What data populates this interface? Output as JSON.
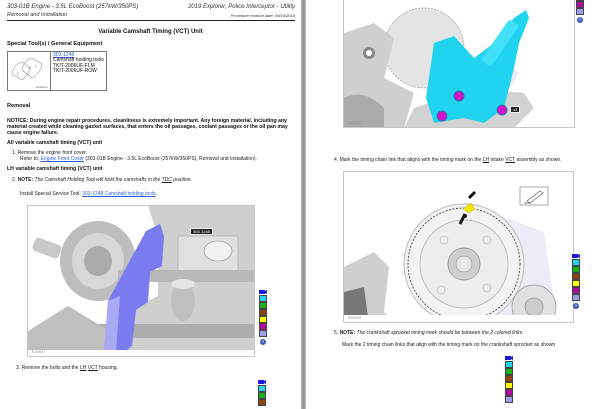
{
  "left_page": {
    "header": {
      "section": "303-01B Engine - 3.5L EcoBoost (257kW/350PS)",
      "subsection": "Removal and Installation",
      "vehicle": "2019 Explorer, Police Interceptor - Utility",
      "revision": "Procedure revision date: 09/19/2018"
    },
    "title": "Variable Camshaft Timing (VCT) Unit",
    "special_tools_heading": "Special Tool(s) / General Equipment",
    "tool": {
      "number": "303-1248",
      "name": "Camshaft holding tools",
      "kit_1": "TKIT-2006UF-FLM",
      "kit_2": "TKIT-2006UF-ROW",
      "image_code": "E216021"
    },
    "removal_heading": "Removal",
    "notice": "NOTICE: During engine repair procedures, cleanliness is extremely important. Any foreign material, including any material created while cleaning gasket surfaces, that enters the oil passages, coolant passages or the oil pan may cause engine failure.",
    "all_vct_heading": "All variable camshaft timing (VCT) unit",
    "step1": {
      "num": "1.",
      "text": "Remove the engine front cover.",
      "refer_prefix": "Refer to:",
      "refer_link": "Engine Front Cover",
      "refer_suffix": "(303-01B Engine - 3.5L EcoBoost (257kW/350PS), Removal and Installation)."
    },
    "lh_vct_heading": "LH variable camshaft timing (VCT) unit",
    "step2": {
      "num": "2.",
      "note_label": "NOTE:",
      "note_text_1": "The Camshaft Holding Tool will hold the camshafts in the",
      "note_tdc": "TDC",
      "note_text_2": "position.",
      "install_prefix": "Install Special Service Tool:",
      "install_link": "303-1248 Camshaft holding tools",
      "install_suffix": "."
    },
    "figure1": {
      "code": "E204017",
      "callout": "303-1248"
    },
    "step3": {
      "num": "3.",
      "text_1": "Remove the bolts and the",
      "lh": "LH",
      "vct": "VCT",
      "text_2": "housing."
    }
  },
  "right_page": {
    "figure_top": {
      "code": "E204020",
      "callout": "x3"
    },
    "step4": {
      "num": "4.",
      "text_1": "Mark the timing chain link that aligns with the timing mark on the",
      "lh": "LH",
      "text_2": "intake",
      "vct": "VCT",
      "text_3": "assembly as shown."
    },
    "figure2": {
      "code": "E204022"
    },
    "step5": {
      "num": "5.",
      "note_label": "NOTE:",
      "note_text": "The crankshaft sprocket timing mark should be between the 2 colored links.",
      "text": "Mark the 2 timing chain links that align with the timing mark on the crankshaft sprocket as shown"
    }
  },
  "legend": {
    "colors": [
      "#22d3f0",
      "#17b21a",
      "#8b4511",
      "#ffff00",
      "#b0099f",
      "#9d9df0"
    ],
    "camera_icon_color": "#1a1ad8",
    "help_icon_color": "#3b5bb5",
    "help_glyph": "?"
  },
  "colors": {
    "tool_highlight": "#7b7bf0",
    "vct_highlight": "#22d3f0",
    "bolt_marker": "#d114c9",
    "timing_mark": "#f5e60a",
    "link": "#2a5fd6"
  }
}
